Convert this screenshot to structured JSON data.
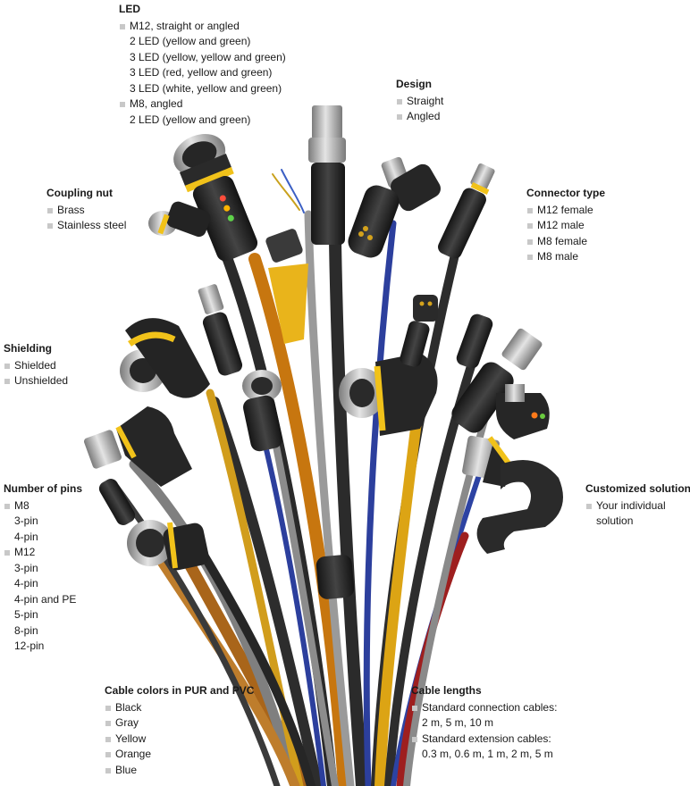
{
  "led": {
    "title": "LED",
    "items": [
      {
        "text": "M12, straight or angled",
        "bullet": true
      },
      {
        "text": "2 LED (yellow and green)",
        "bullet": false
      },
      {
        "text": "3 LED (yellow, yellow and green)",
        "bullet": false
      },
      {
        "text": "3 LED (red, yellow and green)",
        "bullet": false
      },
      {
        "text": "3 LED (white, yellow and green)",
        "bullet": false
      },
      {
        "text": "M8, angled",
        "bullet": true
      },
      {
        "text": "2 LED (yellow and green)",
        "bullet": false
      }
    ]
  },
  "design": {
    "title": "Design",
    "items": [
      {
        "text": "Straight",
        "bullet": true
      },
      {
        "text": "Angled",
        "bullet": true
      }
    ]
  },
  "coupling_nut": {
    "title": "Coupling nut",
    "items": [
      {
        "text": "Brass",
        "bullet": true
      },
      {
        "text": "Stainless steel",
        "bullet": true
      }
    ]
  },
  "connector_type": {
    "title": "Connector type",
    "items": [
      {
        "text": "M12 female",
        "bullet": true
      },
      {
        "text": "M12 male",
        "bullet": true
      },
      {
        "text": "M8 female",
        "bullet": true
      },
      {
        "text": "M8 male",
        "bullet": true
      }
    ]
  },
  "shielding": {
    "title": "Shielding",
    "items": [
      {
        "text": "Shielded",
        "bullet": true
      },
      {
        "text": "Unshielded",
        "bullet": true
      }
    ]
  },
  "number_of_pins": {
    "title": "Number of pins",
    "items": [
      {
        "text": "M8",
        "bullet": true
      },
      {
        "text": "3-pin",
        "bullet": false
      },
      {
        "text": "4-pin",
        "bullet": false
      },
      {
        "text": "M12",
        "bullet": true
      },
      {
        "text": "3-pin",
        "bullet": false
      },
      {
        "text": "4-pin",
        "bullet": false
      },
      {
        "text": "4-pin and PE",
        "bullet": false
      },
      {
        "text": "5-pin",
        "bullet": false
      },
      {
        "text": "8-pin",
        "bullet": false
      },
      {
        "text": "12-pin",
        "bullet": false
      }
    ]
  },
  "customized_solution": {
    "title": "Customized solution",
    "items": [
      {
        "text": "Your individual",
        "bullet": true
      },
      {
        "text": "solution",
        "bullet": false
      }
    ]
  },
  "cable_colors": {
    "title": "Cable colors in PUR and PVC",
    "items": [
      {
        "text": "Black",
        "bullet": true
      },
      {
        "text": "Gray",
        "bullet": true
      },
      {
        "text": "Yellow",
        "bullet": true
      },
      {
        "text": "Orange",
        "bullet": true
      },
      {
        "text": "Blue",
        "bullet": true
      }
    ]
  },
  "cable_lengths": {
    "title": "Cable lengths",
    "items": [
      {
        "text": "Standard connection cables:",
        "bullet": true
      },
      {
        "text": "2 m, 5 m, 10 m",
        "bullet": false
      },
      {
        "text": "Standard extension cables:",
        "bullet": true
      },
      {
        "text": "0.3 m, 0.6 m, 1 m, 2 m, 5 m",
        "bullet": false
      }
    ]
  },
  "colors": {
    "black_cable": "#2b2b2b",
    "gray_cable": "#8d8d8d",
    "yellow_cable": "#e8b210",
    "orange_cable": "#c8780f",
    "blue_cable": "#2a3f9a",
    "red_cable": "#9c1c1c",
    "bullet": "#c8c8c8",
    "connector_body": "#242424",
    "metal": "#b9b9b9",
    "ring_yellow": "#f1c21a"
  }
}
